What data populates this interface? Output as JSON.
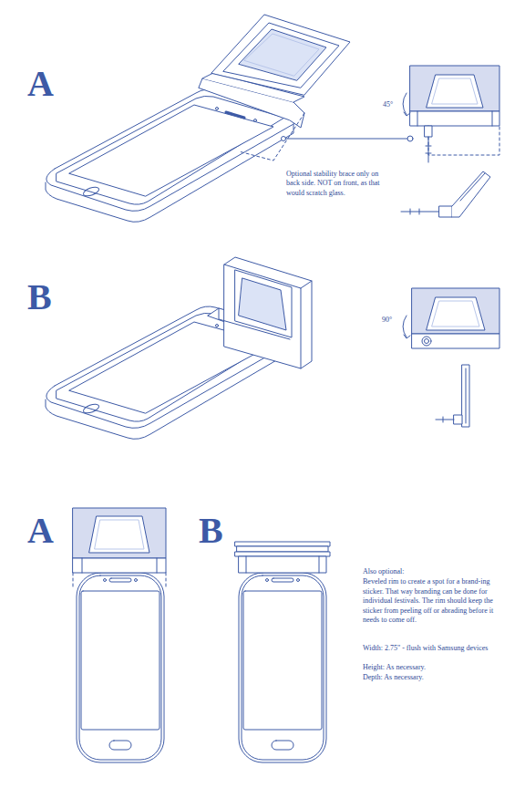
{
  "diagram": {
    "labels": [
      "A",
      "45°",
      "Optional stability brace only on back side. NOT on front, as that would scratch glass.",
      "B",
      "90°",
      "A",
      "B",
      "Also optional:",
      "Beveled rim to create a spot for a brand-ing sticker. That way branding can be done for individual festivals. The rim should keep the sticker from peeling off or abrading before it needs to come off.",
      "Width: 2.75\" - flush with Samsung devices",
      "Height: As necessary.",
      "Depth: As necessary."
    ]
  }
}
